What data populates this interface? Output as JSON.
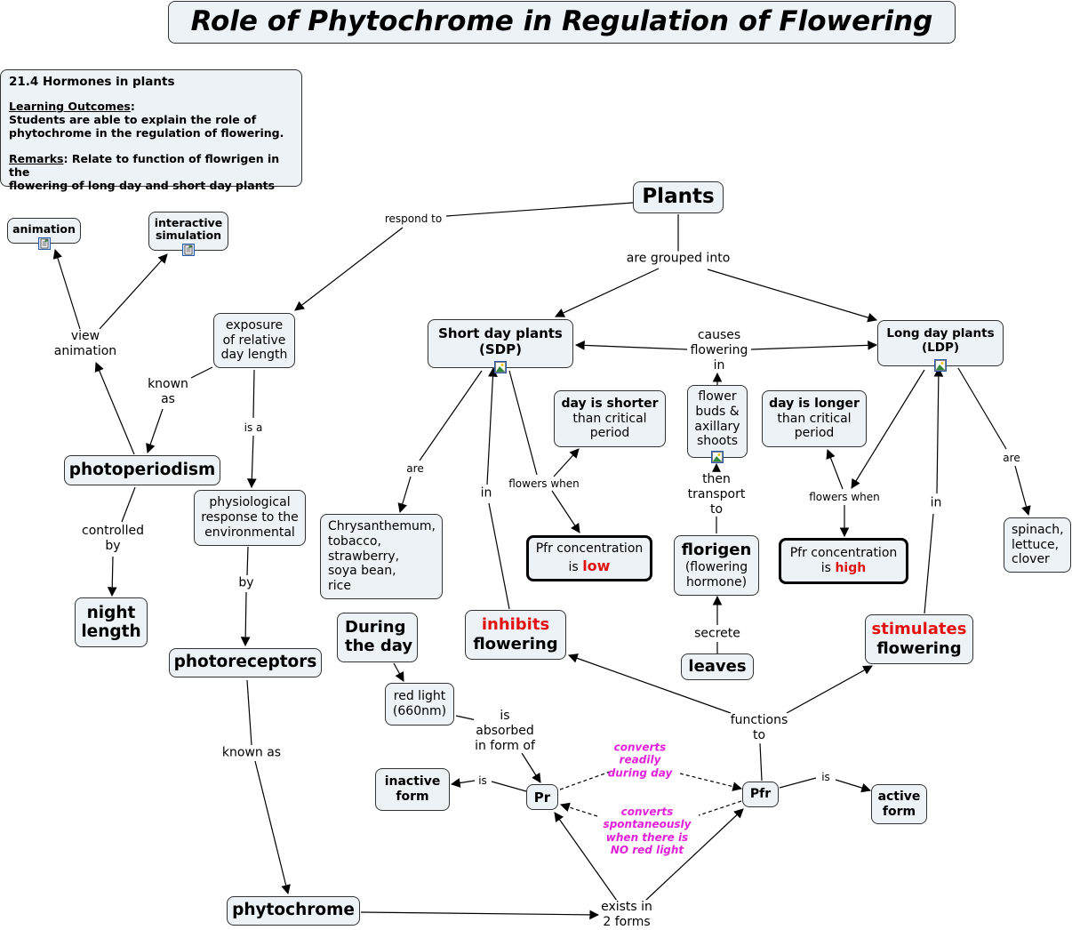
{
  "title": "Role of Phytochrome in Regulation of Flowering",
  "info_box": {
    "heading": "21.4  Hormones in plants",
    "learning_label": "Learning Outcomes",
    "learning_colon": ":",
    "learning_text_1": "Students are able to explain the role of",
    "learning_text_2": "phytochrome in the regulation of flowering.",
    "remarks_label": "Remarks",
    "remarks_text_1": ":  Relate to function of flowrigen in the",
    "remarks_text_2": "flowering of long day and short day plants"
  },
  "nodes": {
    "plants": "Plants",
    "animation": "animation",
    "interactive_1": "interactive",
    "interactive_2": "simulation",
    "exposure_1": "exposure",
    "exposure_2": "of relative",
    "exposure_3": "day length",
    "sdp_1": "Short day plants",
    "sdp_2": "(SDP)",
    "ldp_1": "Long day plants",
    "ldp_2": "(LDP)",
    "shorter_1": "day is shorter",
    "shorter_2": "than critical",
    "shorter_3": "period",
    "longer_1": "day is longer",
    "longer_2": "than critical",
    "longer_3": "period",
    "buds_1": "flower",
    "buds_2": "buds &",
    "buds_3": "axillary",
    "buds_4": "shoots",
    "photoperiodism": "photoperiodism",
    "physio_1": "physiological",
    "physio_2": "response to the",
    "physio_3": "environmental",
    "sdp_examples": [
      "Chrysanthemum,",
      "tobacco,",
      "strawberry,",
      "soya bean,",
      "rice"
    ],
    "ldp_examples": [
      "spinach,",
      "lettuce,",
      "clover"
    ],
    "pfr_low_1": "Pfr concentration",
    "pfr_low_2": "is ",
    "pfr_low_3": "low",
    "pfr_high_1": "Pfr concentration",
    "pfr_high_2": "is ",
    "pfr_high_3": "high",
    "florigen_1": "florigen",
    "florigen_2": "(flowering",
    "florigen_3": "hormone)",
    "night_1": "night",
    "night_2": "length",
    "during_1": "During",
    "during_2": "the day",
    "inhibits_1": "inhibits",
    "inhibits_2": "flowering",
    "stimulates_1": "stimulates",
    "stimulates_2": "flowering",
    "leaves": "leaves",
    "photoreceptors": "photoreceptors",
    "red_light_1": "red light",
    "red_light_2": "(660nm)",
    "inactive_1": "inactive",
    "inactive_2": "form",
    "pr": "Pr",
    "pfr": "Pfr",
    "active_1": "active",
    "active_2": "form",
    "phytochrome": "phytochrome"
  },
  "links": {
    "respond_to": "respond to",
    "grouped_into": "are grouped into",
    "view_animation_1": "view",
    "view_animation_2": "animation",
    "known_as_1": "known",
    "known_as_2": "as",
    "is_a": "is a",
    "causes_1": "causes",
    "causes_2": "flowering",
    "causes_3": "in",
    "are_sdp": "are",
    "are_ldp": "are",
    "flowers_when_sdp": "flowers when",
    "flowers_when_ldp": "flowers when",
    "in_sdp": "in",
    "in_ldp": "in",
    "then_1": "then",
    "then_2": "transport",
    "then_3": "to",
    "controlled_1": "controlled",
    "controlled_2": "by",
    "by": "by",
    "secrete": "secrete",
    "known_as_phyto": "known as",
    "absorbed_1": "is",
    "absorbed_2": "absorbed",
    "absorbed_3": "in form of",
    "functions_1": "functions",
    "functions_2": "to",
    "is_inactive": "is",
    "is_active": "is",
    "converts_day_1": "converts",
    "converts_day_2": "readily",
    "converts_day_3": "during day",
    "converts_spont_1": "converts",
    "converts_spont_2": "spontaneously",
    "converts_spont_3": "when there is",
    "converts_spont_4": "NO red light",
    "exists_1": "exists in",
    "exists_2": "2 forms"
  },
  "icons": {
    "resource": "document-resource-icon",
    "image": "image-resource-icon"
  },
  "colors": {
    "node_fill": "#ecf2f5",
    "emphasis_red": "#e31212",
    "link_pink": "#e020d8"
  }
}
